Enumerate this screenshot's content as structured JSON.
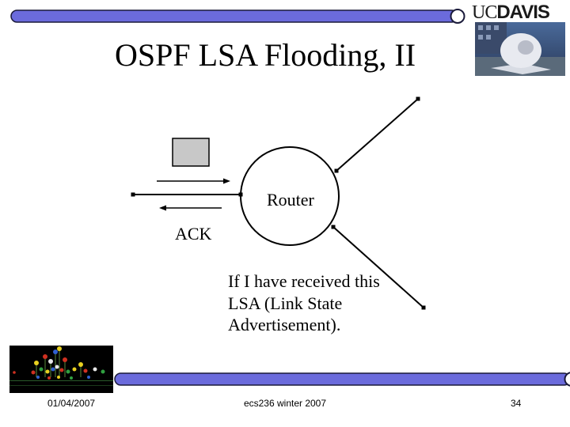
{
  "slide": {
    "title": "OSPF LSA Flooding, II",
    "logo": {
      "uc": "UC",
      "davis": "DAVIS"
    },
    "diagram": {
      "router_label": "Router",
      "ack_label": "ACK",
      "note": "If I have received this LSA (Link State Advertisement)."
    },
    "footer": {
      "date": "01/04/2007",
      "course": "ecs236 winter 2007",
      "page": "34"
    }
  },
  "colors": {
    "accent_bar": "#6b6bdc",
    "bar_outline": "#1a1a3a",
    "packet_fill": "#c8c8c8"
  }
}
